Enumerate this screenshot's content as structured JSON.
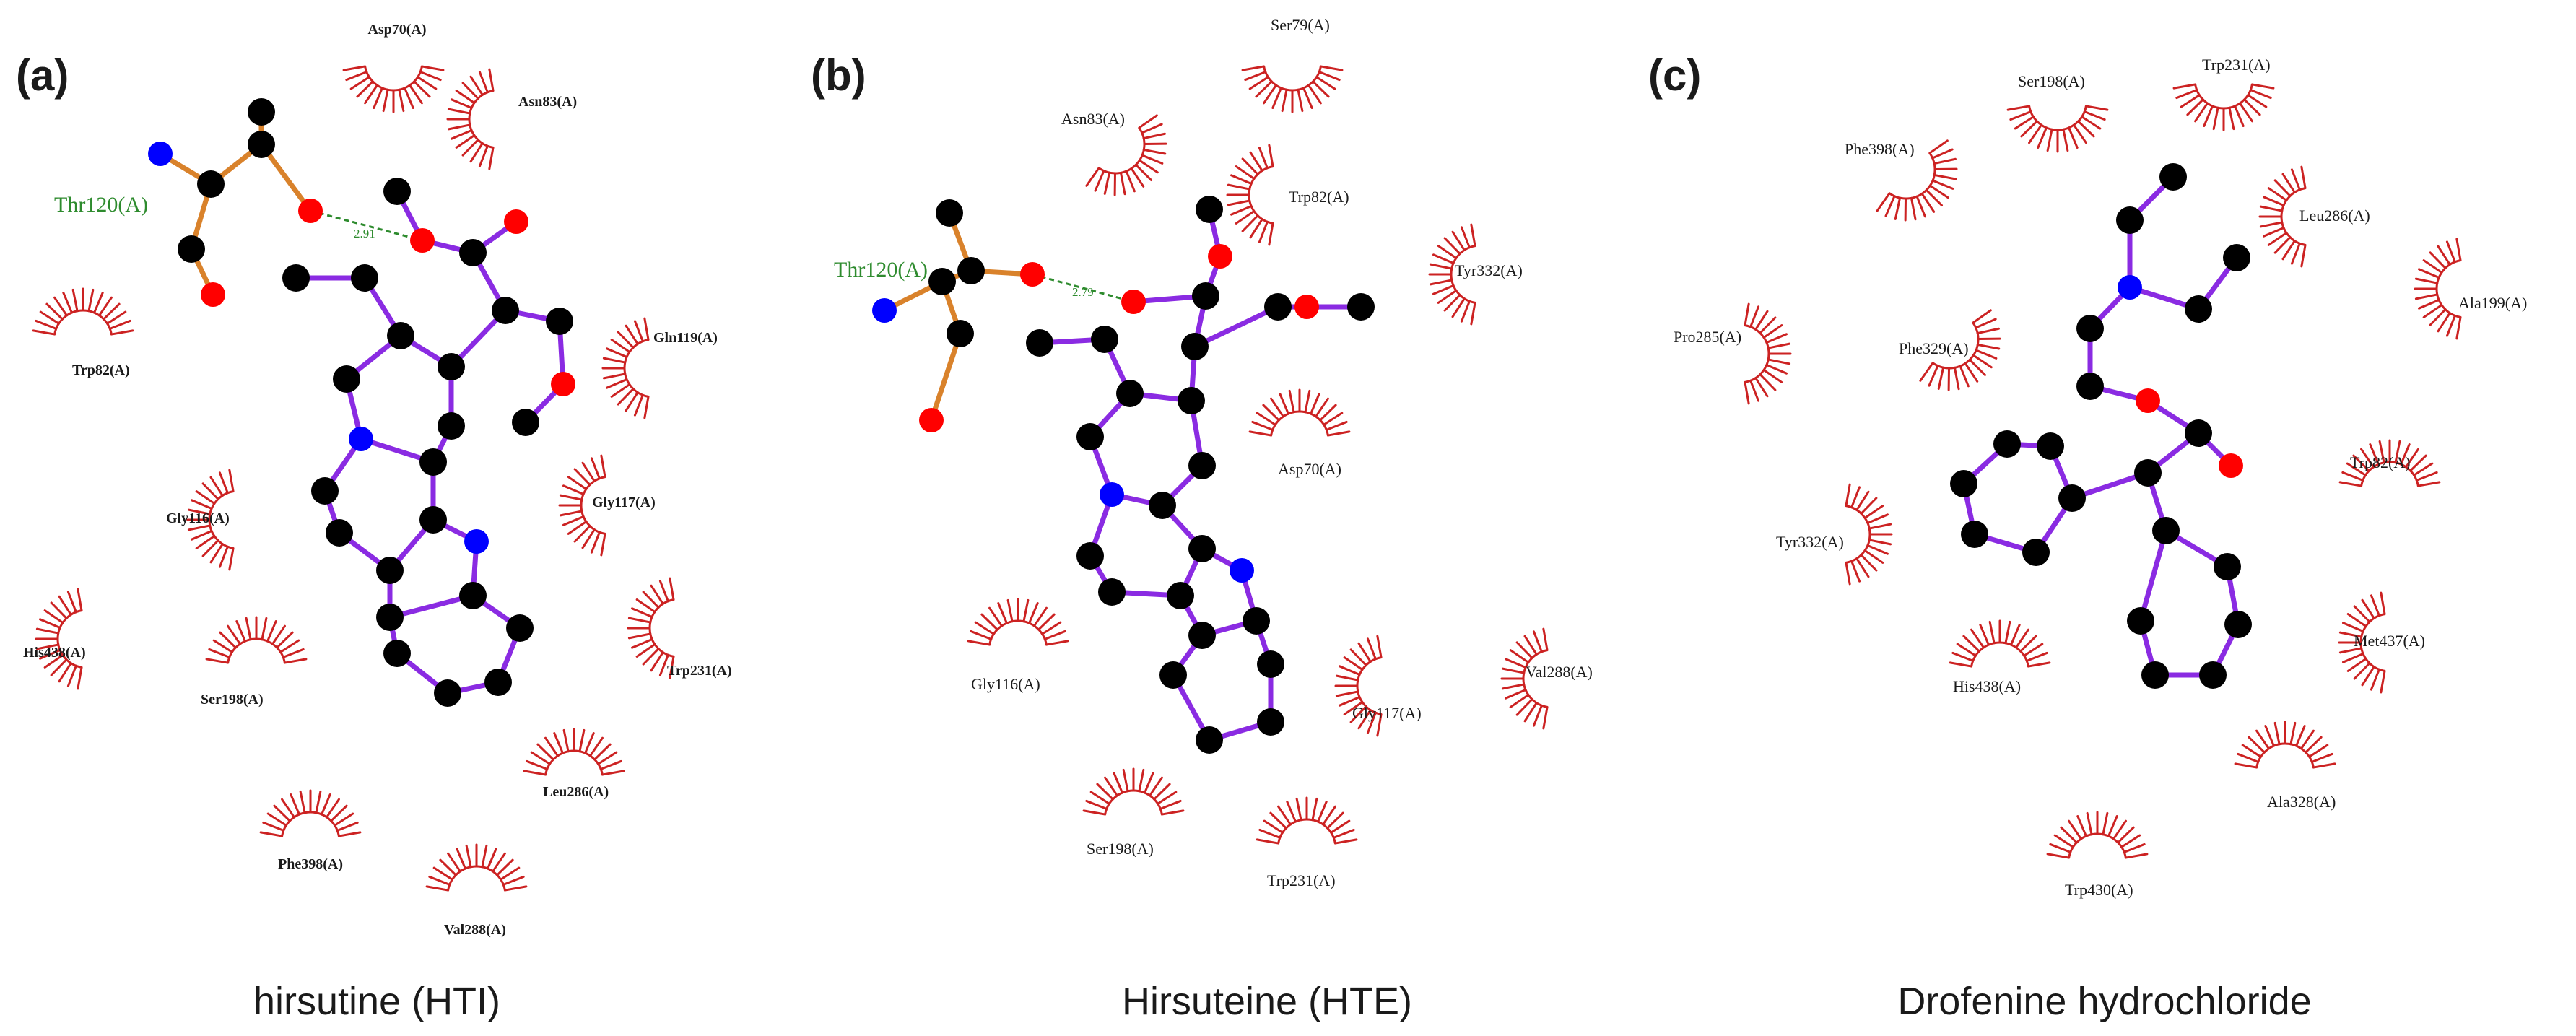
{
  "colors": {
    "background": "#ffffff",
    "bond_purple": "#8a2be2",
    "bond_orange": "#d9822b",
    "atom_carbon": "#000000",
    "atom_oxygen": "#ff0000",
    "atom_nitrogen": "#0000ff",
    "contact_red": "#cc2222",
    "hbond_green": "#2e8b2e",
    "text": "#1a1a1a"
  },
  "panels": [
    {
      "letter": "(a)",
      "caption": "hirsutine (HTI)",
      "hbond_residue": "Thr120(A)",
      "hbond_distance": "2.91",
      "contact_residues": [
        "Asp70(A)",
        "Asn83(A)",
        "Trp82(A)",
        "Gln119(A)",
        "Gly116(A)",
        "Gly117(A)",
        "His438(A)",
        "Ser198(A)",
        "Trp231(A)",
        "Leu286(A)",
        "Phe398(A)",
        "Val288(A)"
      ]
    },
    {
      "letter": "(b)",
      "caption": "Hirsuteine (HTE)",
      "hbond_residue": "Thr120(A)",
      "hbond_distance": "2.79",
      "contact_residues": [
        "Ser79(A)",
        "Asn83(A)",
        "Trp82(A)",
        "Tyr332(A)",
        "Asp70(A)",
        "Gly116(A)",
        "Gly117(A)",
        "Val288(A)",
        "Ser198(A)",
        "Trp231(A)"
      ]
    },
    {
      "letter": "(c)",
      "caption": "Drofenine hydrochloride",
      "contact_residues": [
        "Ser198(A)",
        "Trp231(A)",
        "Phe398(A)",
        "Leu286(A)",
        "Ala199(A)",
        "Pro285(A)",
        "Phe329(A)",
        "Trp82(A)",
        "Tyr332(A)",
        "Met437(A)",
        "His438(A)",
        "Ala328(A)",
        "Trp430(A)"
      ]
    }
  ]
}
